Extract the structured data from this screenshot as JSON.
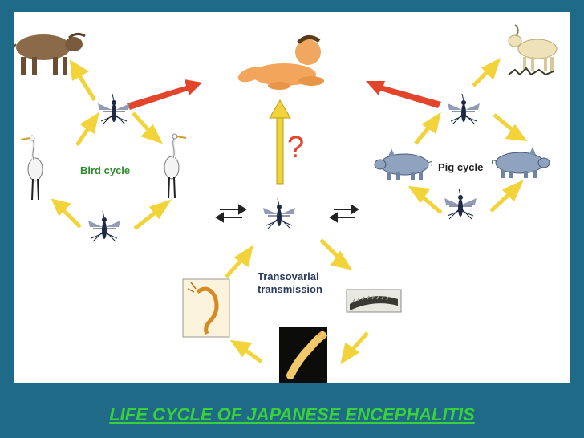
{
  "labels": {
    "bird_cycle": "Bird cycle",
    "pig_cycle": "Pig cycle",
    "transovarial_line1": "Transovarial",
    "transovarial_line2": "transmission",
    "question_mark": "?"
  },
  "title": "LIFE CYCLE OF JAPANESE ENCEPHALITIS",
  "colors": {
    "background": "#1f6a86",
    "panel": "#ffffff",
    "title": "#39d13a",
    "yellow_arrow": "#f2d43a",
    "red_arrow": "#e2452c",
    "bird_label": "#2e8b2e"
  },
  "icons": [
    "buffalo-icon",
    "human-infant-icon",
    "goat-icon",
    "mosquito-icon",
    "egret-icon",
    "pig-icon",
    "larva-icon",
    "pupa-icon",
    "egg-raft-icon",
    "exchange-arrows-icon"
  ]
}
